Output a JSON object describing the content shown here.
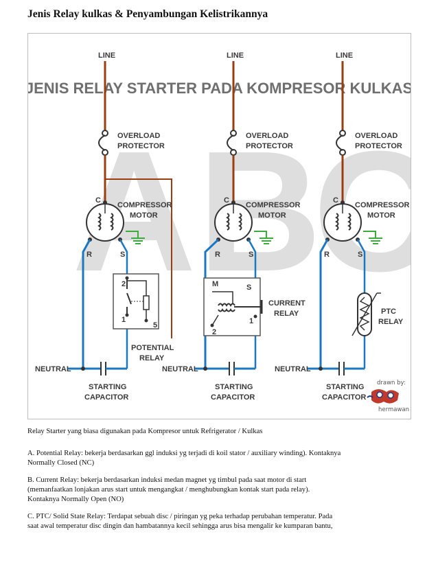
{
  "page_title": "Jenis Relay kulkas & Penyambungan Kelistrikannya",
  "diagram": {
    "banner": "JENIS RELAY STARTER PADA KOMPRESOR KULKAS",
    "big_letters": [
      "A",
      "B",
      "C"
    ],
    "line": "LINE",
    "neutral": "NEUTRAL",
    "overload_1": "OVERLOAD",
    "overload_2": "PROTECTOR",
    "compressor_1": "COMPRESSOR",
    "compressor_2": "MOTOR",
    "terminal_c": "C",
    "terminal_r": "R",
    "terminal_s": "S",
    "starting_1": "STARTING",
    "starting_2": "CAPACITOR",
    "potential_1": "POTENTIAL",
    "potential_2": "RELAY",
    "current_1": "CURRENT",
    "current_2": "RELAY",
    "ptc_1": "PTC",
    "ptc_2": "RELAY",
    "pin_1": "1",
    "pin_2": "2",
    "pin_5": "5",
    "pin_m": "M",
    "pin_s": "S",
    "drawn_by": "drawn by:",
    "author": "hermawan",
    "colors": {
      "line_wire": "#9a3e12",
      "neutral_wire": "#1a78c2",
      "ground": "#3bab3b",
      "letters": "#dcdcdc"
    }
  },
  "caption": "Relay Starter yang biasa digunakan pada Kompresor untuk Refrigerator / Kulkas",
  "paragraphs": {
    "a": [
      "A. Potential Relay: bekerja berdasarkan ggl induksi yg terjadi di koil stator / auxiliary winding). Kontaknya",
      "Normally Closed (NC)"
    ],
    "b": [
      "B. Current Relay: bekerja berdasarkan induksi medan magnet yg timbul pada saat motor di start",
      "(memanfaatkan lonjakan arus start untuk mengangkat / menghubungkan kontak start pada relay).",
      "Kontaknya Normally Open (NO)"
    ],
    "c": [
      "C. PTC/ Solid State Relay: Terdapat sebuah disc / piringan yg peka terhadap perubahan temperatur. Pada",
      "saat awal temperatur disc dingin dan hambatannya kecil sehingga arus bisa mengalir ke kumparan bantu,"
    ]
  }
}
